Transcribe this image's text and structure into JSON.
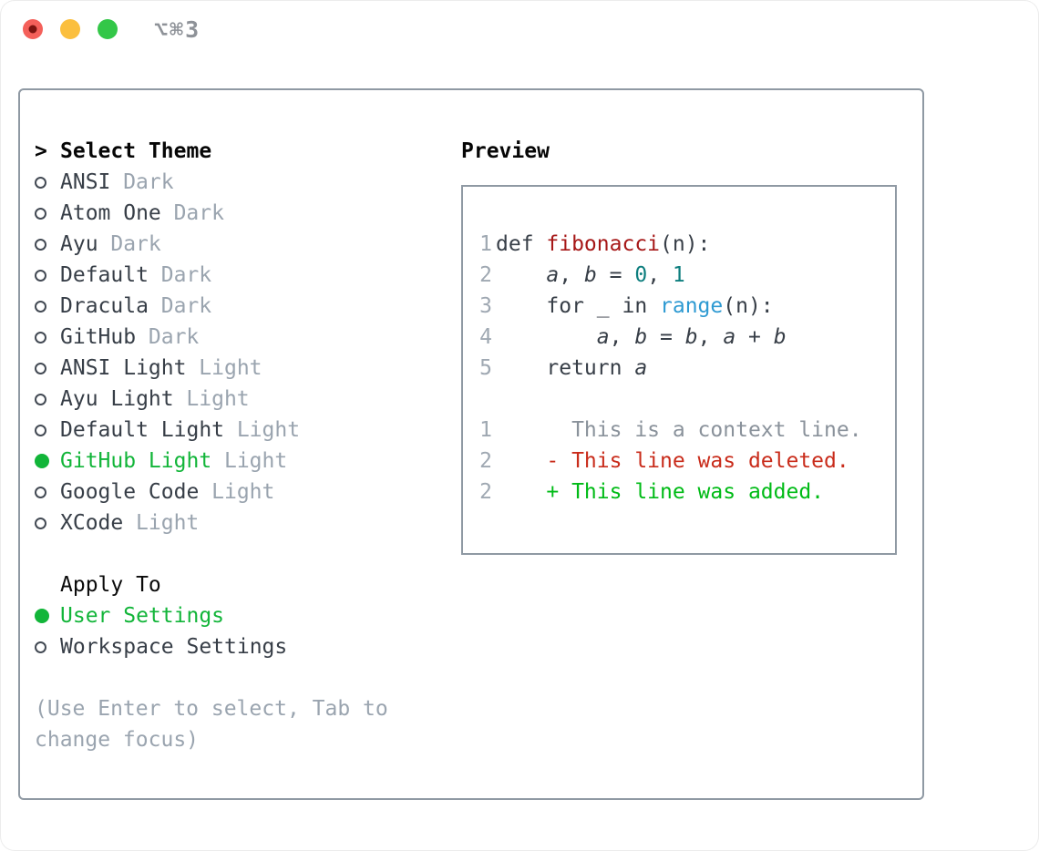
{
  "window": {
    "title": "⌥⌘3",
    "traffic_lights": [
      {
        "name": "close-button",
        "color": "#f4605a",
        "inner_dot": "#7c1410"
      },
      {
        "name": "minimize-button",
        "color": "#fbbf3e",
        "inner_dot": null
      },
      {
        "name": "zoom-button",
        "color": "#33c748",
        "inner_dot": null
      }
    ]
  },
  "theme_selector": {
    "heading_prefix": ">",
    "heading": "Select Theme",
    "items": [
      {
        "label": "ANSI",
        "variant": "Dark",
        "selected": false
      },
      {
        "label": "Atom One",
        "variant": "Dark",
        "selected": false
      },
      {
        "label": "Ayu",
        "variant": "Dark",
        "selected": false
      },
      {
        "label": "Default",
        "variant": "Dark",
        "selected": false
      },
      {
        "label": "Dracula",
        "variant": "Dark",
        "selected": false
      },
      {
        "label": "GitHub",
        "variant": "Dark",
        "selected": false
      },
      {
        "label": "ANSI Light",
        "variant": "Light",
        "selected": false
      },
      {
        "label": "Ayu Light",
        "variant": "Light",
        "selected": false
      },
      {
        "label": "Default Light",
        "variant": "Light",
        "selected": false
      },
      {
        "label": "GitHub Light",
        "variant": "Light",
        "selected": true
      },
      {
        "label": "Google Code",
        "variant": "Light",
        "selected": false
      },
      {
        "label": "XCode",
        "variant": "Light",
        "selected": false
      }
    ],
    "apply_to": {
      "heading": "Apply To",
      "options": [
        {
          "label": "User Settings",
          "selected": true
        },
        {
          "label": "Workspace Settings",
          "selected": false
        }
      ]
    },
    "help_lines": [
      "(Use Enter to select, Tab to",
      "change focus)"
    ]
  },
  "preview": {
    "heading": "Preview",
    "code_lines": [
      {
        "num": "1",
        "tokens": [
          {
            "t": "def ",
            "s": "plain"
          },
          {
            "t": "fibonacci",
            "s": "function"
          },
          {
            "t": "(n):",
            "s": "plain"
          }
        ]
      },
      {
        "num": "2",
        "tokens": [
          {
            "t": "    ",
            "s": "plain"
          },
          {
            "t": "a",
            "s": "variable"
          },
          {
            "t": ", ",
            "s": "plain"
          },
          {
            "t": "b",
            "s": "variable"
          },
          {
            "t": " = ",
            "s": "plain"
          },
          {
            "t": "0",
            "s": "number"
          },
          {
            "t": ", ",
            "s": "plain"
          },
          {
            "t": "1",
            "s": "number"
          }
        ]
      },
      {
        "num": "3",
        "tokens": [
          {
            "t": "    for _ in ",
            "s": "plain"
          },
          {
            "t": "range",
            "s": "builtin"
          },
          {
            "t": "(n):",
            "s": "plain"
          }
        ]
      },
      {
        "num": "4",
        "tokens": [
          {
            "t": "        ",
            "s": "plain"
          },
          {
            "t": "a",
            "s": "variable"
          },
          {
            "t": ", ",
            "s": "plain"
          },
          {
            "t": "b",
            "s": "variable"
          },
          {
            "t": " = ",
            "s": "plain"
          },
          {
            "t": "b",
            "s": "variable"
          },
          {
            "t": ", ",
            "s": "plain"
          },
          {
            "t": "a",
            "s": "variable"
          },
          {
            "t": " + ",
            "s": "plain"
          },
          {
            "t": "b",
            "s": "variable"
          }
        ]
      },
      {
        "num": "5",
        "tokens": [
          {
            "t": "    return ",
            "s": "plain"
          },
          {
            "t": "a",
            "s": "variable"
          }
        ]
      },
      {
        "num": "",
        "tokens": []
      },
      {
        "num": "1",
        "tokens": [
          {
            "t": "      This is a context line.",
            "s": "context"
          }
        ]
      },
      {
        "num": "2",
        "tokens": [
          {
            "t": "    - This line was deleted.",
            "s": "deleted"
          }
        ]
      },
      {
        "num": "2",
        "tokens": [
          {
            "t": "    + This line was added.",
            "s": "added"
          }
        ]
      }
    ]
  },
  "colors": {
    "accent_green": "#12b539",
    "diff_green": "#00bb16",
    "diff_red": "#c92c1b",
    "func_red": "#a61717",
    "num_teal": "#0d7e7e",
    "builtin_blue": "#2e9ad2",
    "text_dark": "#373e47",
    "text_gray": "#9aa4af",
    "linenum_gray": "#9fa8b2",
    "context_gray": "#8a929b",
    "panel_border": "#8f99a3"
  }
}
